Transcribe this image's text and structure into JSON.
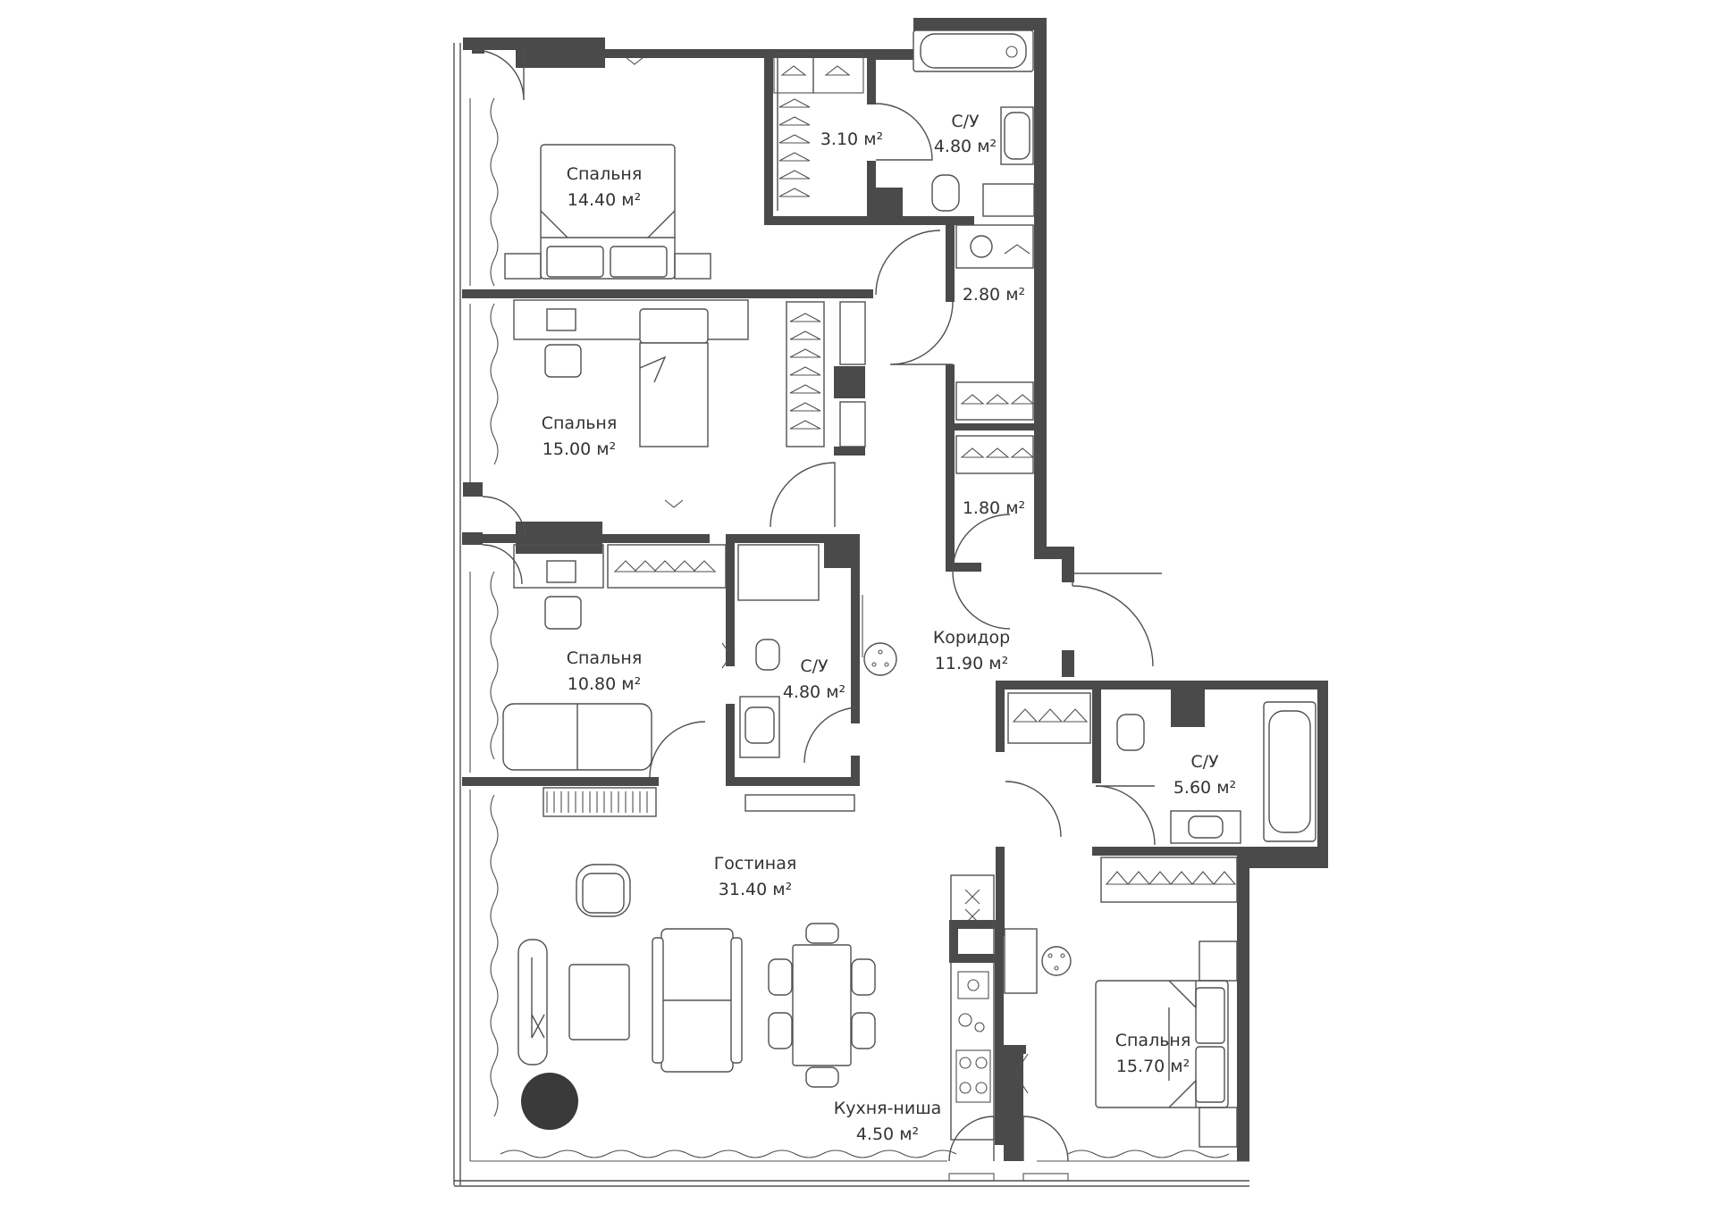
{
  "rooms": {
    "bedroom1": {
      "name": "Спальня",
      "area": "14.40 м²"
    },
    "closet1": {
      "area": "3.10 м²"
    },
    "bath1": {
      "name": "С/У",
      "area": "4.80 м²"
    },
    "storage1": {
      "area": "2.80 м²"
    },
    "bedroom2": {
      "name": "Спальня",
      "area": "15.00 м²"
    },
    "storage2": {
      "area": "1.80 м²"
    },
    "bedroom3": {
      "name": "Спальня",
      "area": "10.80 м²"
    },
    "bath2": {
      "name": "С/У",
      "area": "4.80 м²"
    },
    "corridor": {
      "name": "Коридор",
      "area": "11.90 м²"
    },
    "bath3": {
      "name": "С/У",
      "area": "5.60 м²"
    },
    "living": {
      "name": "Гостиная",
      "area": "31.40 м²"
    },
    "kitchen": {
      "name": "Кухня-ниша",
      "area": "4.50 м²"
    },
    "bedroom4": {
      "name": "Спальня",
      "area": "15.70 м²"
    }
  },
  "colors": {
    "wall": "#4a4a4a",
    "line": "#505050",
    "background": "#ffffff"
  }
}
